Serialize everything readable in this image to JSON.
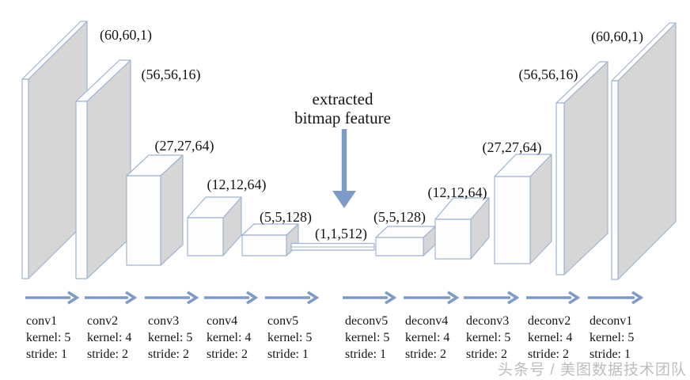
{
  "diagram": {
    "annotation": {
      "line1": "extracted",
      "line2": "bitmap feature"
    },
    "feature_maps": [
      {
        "label": "(60,60,1)"
      },
      {
        "label": "(56,56,16)"
      },
      {
        "label": "(27,27,64)"
      },
      {
        "label": "(12,12,64)"
      },
      {
        "label": "(5,5,128)"
      },
      {
        "label": "(1,1,512)"
      },
      {
        "label": "(5,5,128)"
      },
      {
        "label": "(12,12,64)"
      },
      {
        "label": "(27,27,64)"
      },
      {
        "label": "(56,56,16)"
      },
      {
        "label": "(60,60,1)"
      }
    ],
    "layers": [
      {
        "name": "conv1",
        "kernel": "kernel: 5",
        "stride": "stride: 1"
      },
      {
        "name": "conv2",
        "kernel": "kernel: 4",
        "stride": "stride: 2"
      },
      {
        "name": "conv3",
        "kernel": "kernel: 5",
        "stride": "stride: 2"
      },
      {
        "name": "conv4",
        "kernel": "kernel: 4",
        "stride": "stride: 2"
      },
      {
        "name": "conv5",
        "kernel": "kernel: 5",
        "stride": "stride: 1"
      },
      {
        "name": "deconv5",
        "kernel": "kernel: 5",
        "stride": "stride: 1"
      },
      {
        "name": "deconv4",
        "kernel": "kernel: 4",
        "stride": "stride: 2"
      },
      {
        "name": "deconv3",
        "kernel": "kernel: 5",
        "stride": "stride: 2"
      },
      {
        "name": "deconv2",
        "kernel": "kernel: 4",
        "stride": "stride: 2"
      },
      {
        "name": "deconv1",
        "kernel": "kernel: 5",
        "stride": "stride: 1"
      }
    ],
    "watermark": "头条号 / 美图数据技术团队",
    "colors": {
      "arrow": "#7e9bc8",
      "box_border": "#a0b5d1",
      "box_face": "#fefefe",
      "box_side": "#d6d6d7",
      "text": "#151515",
      "watermark": "#bdbdbd"
    }
  }
}
